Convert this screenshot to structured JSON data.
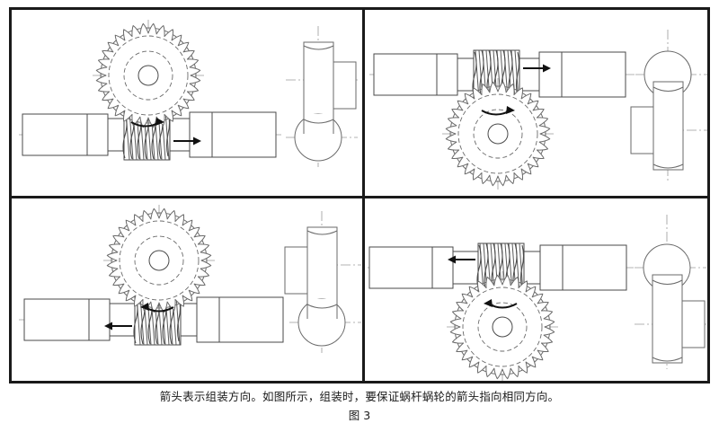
{
  "figure": {
    "caption": "箭头表示组装方向。如图所示，组装时，要保证蜗杆蜗轮的箭头指向相同方向。",
    "figure_number": "图 3",
    "border_color": "#1a1a1a",
    "line_color": "#4a4a4a",
    "background": "#ffffff"
  },
  "panels": [
    {
      "id": "top-left",
      "name": "worm-gear-above-worm-arrow-right",
      "gear_position": "above",
      "worm_arrow_direction": "right",
      "gear_rotation_direction": "clockwise",
      "side_view_gear_position": "bottom",
      "gear_teeth": 32
    },
    {
      "id": "top-right",
      "name": "worm-gear-below-worm-arrow-right",
      "gear_position": "below",
      "worm_arrow_direction": "right",
      "gear_rotation_direction": "counter-clockwise",
      "side_view_gear_position": "top",
      "gear_teeth": 32
    },
    {
      "id": "bottom-left",
      "name": "worm-gear-above-worm-arrow-left",
      "gear_position": "above",
      "worm_arrow_direction": "left",
      "gear_rotation_direction": "counter-clockwise",
      "side_view_gear_position": "bottom",
      "gear_teeth": 32
    },
    {
      "id": "bottom-right",
      "name": "worm-gear-below-worm-arrow-left",
      "gear_position": "below",
      "worm_arrow_direction": "left",
      "gear_rotation_direction": "clockwise",
      "side_view_gear_position": "top",
      "gear_teeth": 32
    }
  ]
}
